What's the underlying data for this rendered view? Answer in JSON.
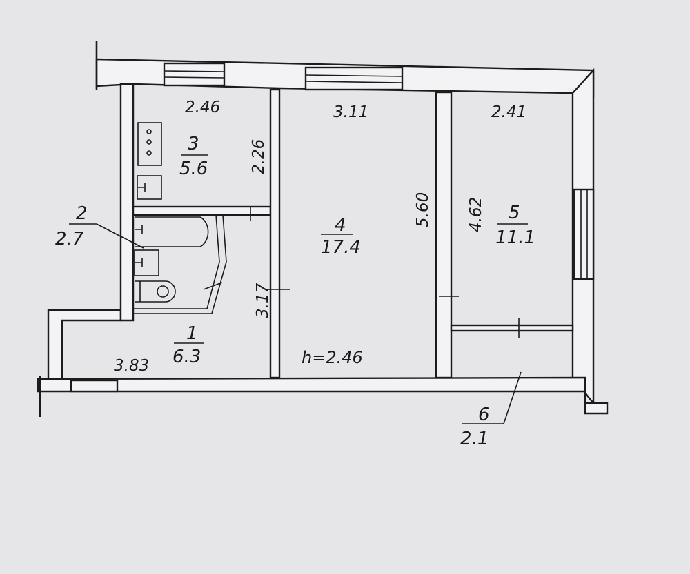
{
  "plan": {
    "rooms": [
      {
        "number": "1",
        "area": "6.3",
        "dimension": "3.83"
      },
      {
        "number": "2",
        "area": "2.7"
      },
      {
        "number": "3",
        "area": "5.6",
        "dimensions": [
          "2.46",
          "2.26"
        ]
      },
      {
        "number": "4",
        "area": "17.4",
        "dimensions": [
          "3.11",
          "5.60",
          "3.17"
        ]
      },
      {
        "number": "5",
        "area": "11.1",
        "dimensions": [
          "2.41",
          "4.62"
        ]
      },
      {
        "number": "6",
        "area": "2.1"
      }
    ],
    "ceiling_height": "h=2.46"
  },
  "colors": {
    "paper": "#e6e5e8",
    "ink": "#1c1c1c"
  }
}
